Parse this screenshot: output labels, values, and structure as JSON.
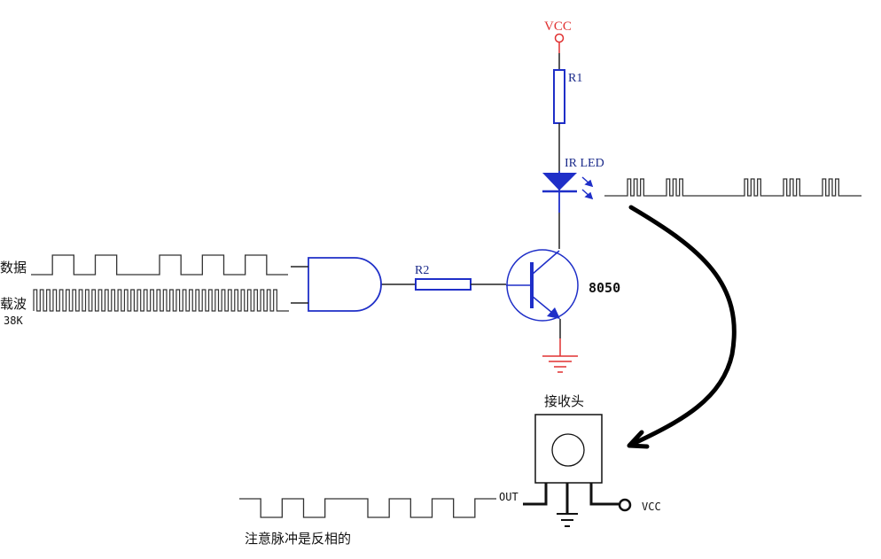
{
  "diagram": {
    "type": "circuit-schematic",
    "colors": {
      "wire": "#222222",
      "component": "#1f2fc8",
      "power": "#e03030",
      "label_component": "#1a2a8a",
      "signal": "#222222"
    },
    "labels": {
      "vcc_top": "VCC",
      "r1": "R1",
      "ir_led": "IR LED",
      "r2": "R2",
      "transistor": "8050",
      "data": "数据",
      "carrier": "载波",
      "carrier_freq": "38K",
      "receiver": "接收头",
      "out": "OUT",
      "vcc_receiver": "VCC",
      "note": "注意脉冲是反相的"
    },
    "signals": {
      "data_bits": [
        0,
        1,
        0,
        1,
        0,
        0,
        1,
        0,
        1,
        0,
        1,
        0
      ],
      "carrier_cycles": 38,
      "ir_bursts": [
        1,
        1,
        0,
        1,
        1,
        1
      ],
      "output_bits": [
        1,
        0,
        1,
        0,
        1,
        1,
        0,
        1,
        0,
        1,
        0,
        1
      ]
    },
    "components": [
      {
        "id": "VCC",
        "kind": "power-terminal"
      },
      {
        "id": "R1",
        "kind": "resistor"
      },
      {
        "id": "IR LED",
        "kind": "infrared-led"
      },
      {
        "id": "8050",
        "kind": "npn-transistor"
      },
      {
        "id": "R2",
        "kind": "resistor"
      },
      {
        "id": "AND",
        "kind": "and-gate"
      },
      {
        "id": "GND",
        "kind": "ground"
      },
      {
        "id": "接收头",
        "kind": "ir-receiver"
      }
    ]
  }
}
